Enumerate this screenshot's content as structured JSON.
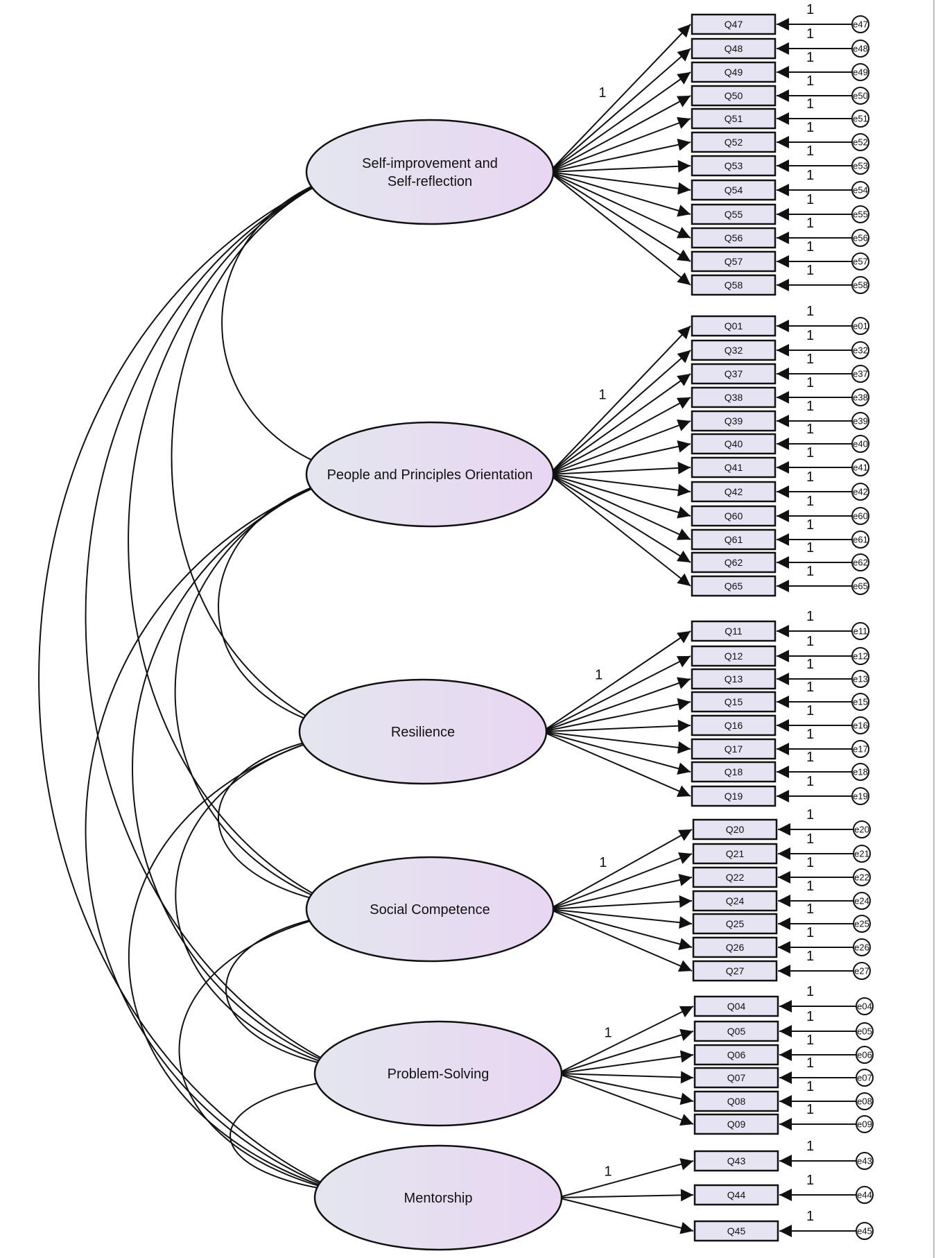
{
  "factors": [
    {
      "id": "f1",
      "label_lines": [
        "Self-improvement and",
        "Self-reflection"
      ],
      "items": [
        "Q47",
        "Q48",
        "Q49",
        "Q50",
        "Q51",
        "Q52",
        "Q53",
        "Q54",
        "Q55",
        "Q56",
        "Q57",
        "Q58"
      ],
      "errors": [
        "e47",
        "e48",
        "e49",
        "e50",
        "e51",
        "e52",
        "e53",
        "e54",
        "e55",
        "e56",
        "e57",
        "e58"
      ]
    },
    {
      "id": "f2",
      "label_lines": [
        "People and Principles Orientation"
      ],
      "items": [
        "Q01",
        "Q32",
        "Q37",
        "Q38",
        "Q39",
        "Q40",
        "Q41",
        "Q42",
        "Q60",
        "Q61",
        "Q62",
        "Q65"
      ],
      "errors": [
        "e01",
        "e32",
        "e37",
        "e38",
        "e39",
        "e40",
        "e41",
        "e42",
        "e60",
        "e61",
        "e62",
        "e65"
      ]
    },
    {
      "id": "f3",
      "label_lines": [
        "Resilience"
      ],
      "items": [
        "Q11",
        "Q12",
        "Q13",
        "Q15",
        "Q16",
        "Q17",
        "Q18",
        "Q19"
      ],
      "errors": [
        "e11",
        "e12",
        "e13",
        "e15",
        "e16",
        "e17",
        "e18",
        "e19"
      ]
    },
    {
      "id": "f4",
      "label_lines": [
        "Social Competence"
      ],
      "items": [
        "Q20",
        "Q21",
        "Q22",
        "Q24",
        "Q25",
        "Q26",
        "Q27"
      ],
      "errors": [
        "e20",
        "e21",
        "e22",
        "e24",
        "e25",
        "e26",
        "e27"
      ]
    },
    {
      "id": "f5",
      "label_lines": [
        "Problem-Solving"
      ],
      "items": [
        "Q04",
        "Q05",
        "Q06",
        "Q07",
        "Q08",
        "Q09"
      ],
      "errors": [
        "e04",
        "e05",
        "e06",
        "e07",
        "e08",
        "e09"
      ]
    },
    {
      "id": "f6",
      "label_lines": [
        "Mentorship"
      ],
      "items": [
        "Q43",
        "Q44",
        "Q45"
      ],
      "errors": [
        "e43",
        "e44",
        "e45"
      ]
    }
  ],
  "fixed_weight_label": "1",
  "colors": {
    "ellipse_left": "#e4e6ef",
    "ellipse_right": "#e8d6f2",
    "box_fill": "#e6e4f2",
    "stroke": "#111111",
    "background": "#ffffff"
  }
}
